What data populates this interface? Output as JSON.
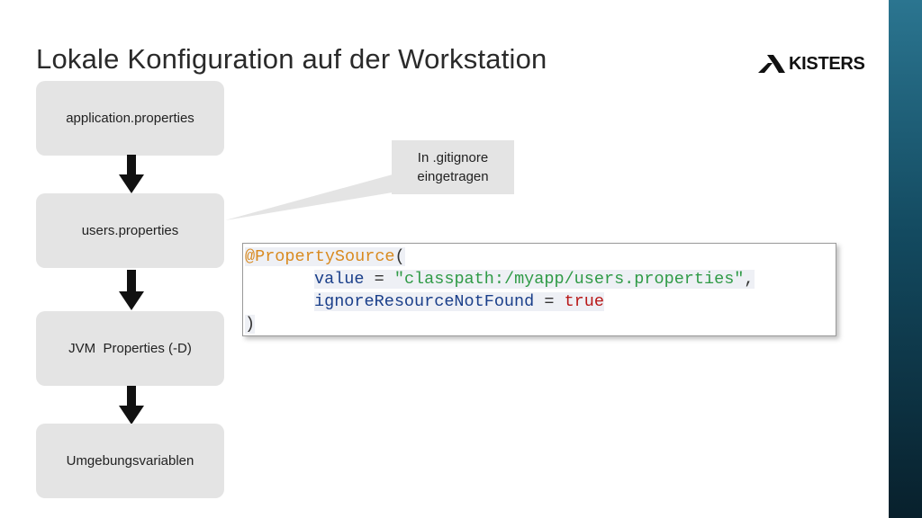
{
  "slide": {
    "title": "Lokale Konfiguration auf der Workstation",
    "logo_text": "KISTERS",
    "accent_color": "#134a60"
  },
  "flow": {
    "boxes": [
      {
        "label": "application.properties"
      },
      {
        "label": "users.properties"
      },
      {
        "label": "JVM  Properties (-D)"
      },
      {
        "label": "Umgebungsvariablen"
      }
    ],
    "arrow_icon": "down-arrow-icon"
  },
  "callout": {
    "line1": "In .gitignore",
    "line2": "eingetragen"
  },
  "code": {
    "annotation": "@PropertySource",
    "open_paren": "(",
    "value_key": "value",
    "equals": "=",
    "value_string": "\"classpath:/myapp/users.properties\"",
    "comma": ",",
    "ignore_key": "ignoreResourceNotFound",
    "ignore_value": "true",
    "close_paren": ")"
  }
}
